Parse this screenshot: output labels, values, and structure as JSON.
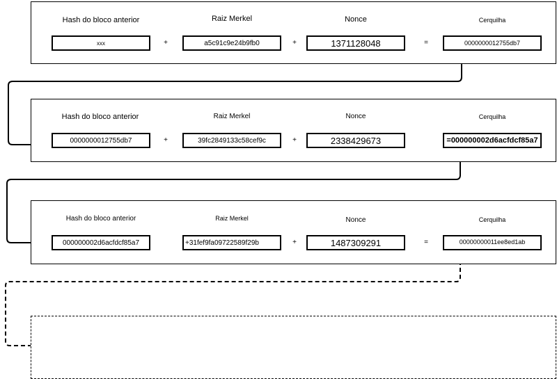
{
  "blocks": [
    {
      "labels": {
        "prev": "Hash do bloco anterior",
        "merkle": "Raiz Merkel",
        "nonce": "Nonce",
        "hash": "Cerquilha"
      },
      "values": {
        "prev": "xxx",
        "merkle": "a5c91c9e24b9fb0",
        "nonce": "1371128048",
        "hash": "0000000012755db7"
      },
      "ops": [
        "+",
        "+",
        "="
      ]
    },
    {
      "labels": {
        "prev": "Hash do bloco anterior",
        "merkle": "Raiz Merkel",
        "nonce": "Nonce",
        "hash": "Cerquilha"
      },
      "values": {
        "prev": "0000000012755db7",
        "merkle": "39fc2849133c58cef9c",
        "nonce": "2338429673",
        "hash": "=000000002d6acfdcf85a7"
      },
      "ops": [
        "+",
        "+",
        ""
      ]
    },
    {
      "labels": {
        "prev": "Hash do bloco anterior",
        "merkle": "Raiz Merkel",
        "nonce": "Nonce",
        "hash": "Cerquilha"
      },
      "values": {
        "prev": "000000002d6acfdcf85a7",
        "merkle": "+31fef9fa09722589f29b",
        "nonce": "1487309291",
        "hash": "00000000011ee8ed1ab"
      },
      "ops": [
        "",
        "+",
        "="
      ]
    }
  ]
}
